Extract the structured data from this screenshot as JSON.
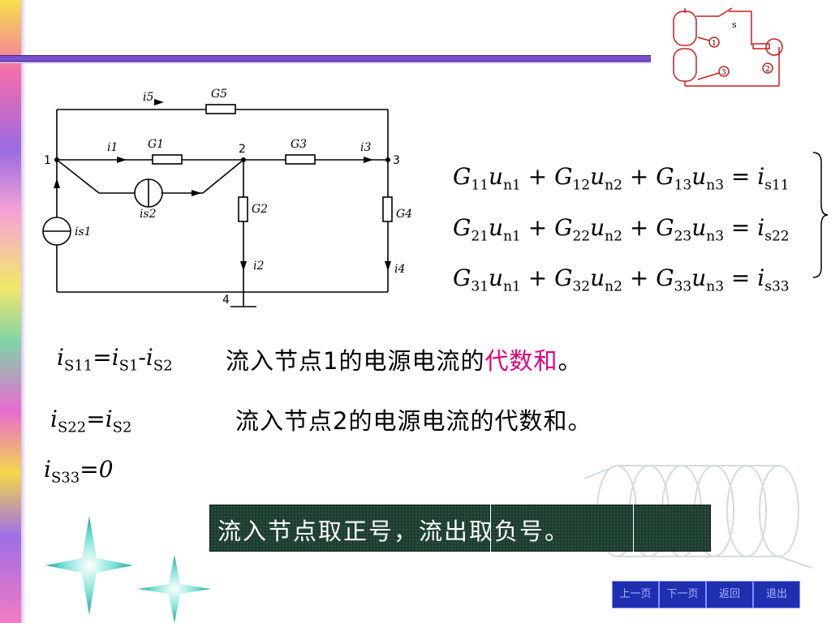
{
  "circuit": {
    "nodes": [
      "1",
      "2",
      "3",
      "4"
    ],
    "G5": "G5",
    "G1": "G1",
    "G3": "G3",
    "G2": "G2",
    "G4": "G4",
    "i5": "i5",
    "i1": "i1",
    "i3": "i3",
    "i2": "i2",
    "i4": "i4",
    "is1": "is1",
    "is2": "is2"
  },
  "thumb": {
    "s": "s",
    "n1": "1",
    "n2": "2",
    "n3": "3"
  },
  "equations": {
    "row1": {
      "G_a": "11",
      "n_a": "n1",
      "G_b": "12",
      "n_b": "n2",
      "G_c": "13",
      "n_c": "n3",
      "rhs": "s11"
    },
    "row2": {
      "G_a": "21",
      "n_a": "n1",
      "G_b": "22",
      "n_b": "n2",
      "G_c": "23",
      "n_c": "n3",
      "rhs": "s22"
    },
    "row3": {
      "G_a": "31",
      "n_a": "n1",
      "G_b": "32",
      "n_b": "n2",
      "G_c": "33",
      "n_c": "n3",
      "rhs": "s33"
    }
  },
  "notes": {
    "line1": {
      "rhs1": "S1",
      "rhs2": "S2",
      "lhs_sub": "S11",
      "text": "流入节点1的电源电流的",
      "highlight": "代数和",
      "tail": "。"
    },
    "line2": {
      "lhs_sub": "S22",
      "rhs_sub": "S2",
      "text": "流入节点2的电源电流的代数和。"
    },
    "line3": {
      "lhs_sub": "S33",
      "value": "0"
    }
  },
  "rule": "流入节点取正号，流出取负号。",
  "nav": {
    "prev": "上一页",
    "next": "下一页",
    "back": "返回",
    "exit": "退出"
  },
  "colors": {
    "accent_bar": "#7a4fd0",
    "highlight": "#e0007a",
    "rule_box": "#1e3d2f",
    "nav": "#1f2fb0"
  }
}
